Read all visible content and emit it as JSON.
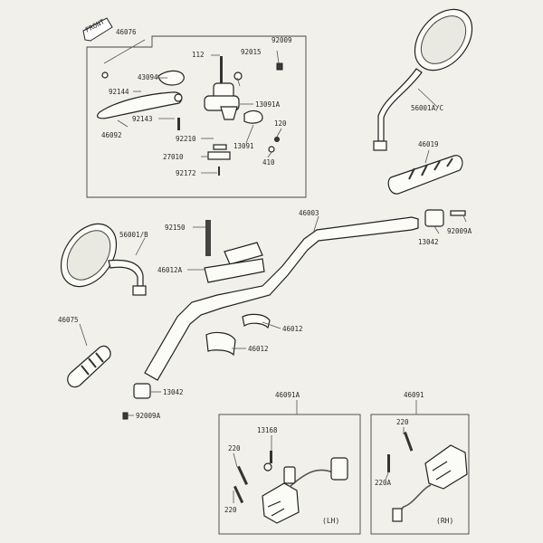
{
  "direction_marker": "FRONT",
  "labels": {
    "l46076": "46076",
    "l112": "112",
    "l92015": "92015",
    "l92009": "92009",
    "l43094": "43094",
    "l92144": "92144",
    "l13091A": "13091A",
    "l92143": "92143",
    "l46092": "46092",
    "l92210": "92210",
    "l120": "120",
    "l13091": "13091",
    "l27010": "27010",
    "l410": "410",
    "l92172": "92172",
    "l56001AC": "56001A/C",
    "l46019": "46019",
    "l46003": "46003",
    "l92150": "92150",
    "l56001B": "56001/B",
    "l46012A": "46012A",
    "l13042_top": "13042",
    "l92009A_top": "92009A",
    "l46012_a": "46012",
    "l46012_b": "46012",
    "l46075": "46075",
    "l13042_bot": "13042",
    "l92009A_bot": "92009A",
    "l46091A": "46091A",
    "l46091": "46091",
    "l13168": "13168",
    "l220_lh_a": "220",
    "l220_lh_b": "220",
    "l220_rh_a": "220",
    "l220A": "220A",
    "tag_lh": "(LH)",
    "tag_rh": "(RH)"
  }
}
